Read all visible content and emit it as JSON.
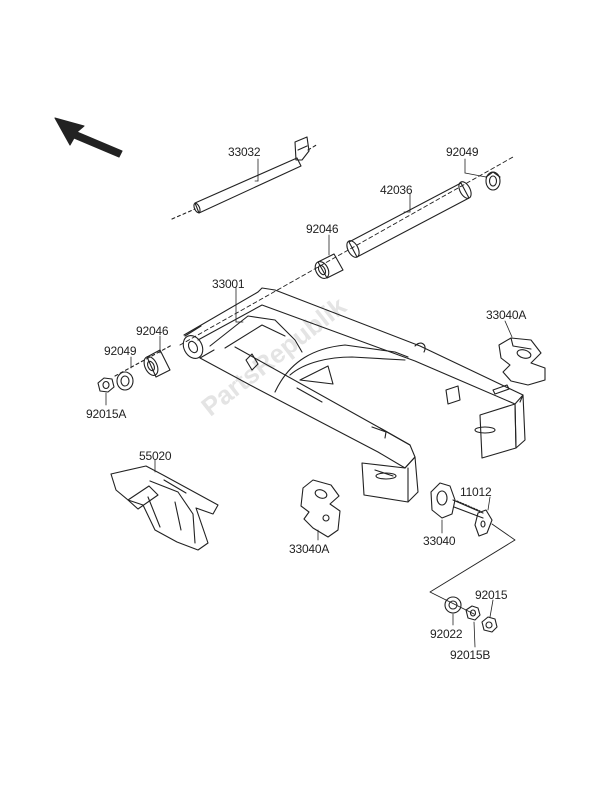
{
  "watermark": "PartsRepublik",
  "labels": {
    "p33032": "33032",
    "p92049_top": "92049",
    "p42036": "42036",
    "p92046_mid": "92046",
    "p33001": "33001",
    "p33040A_right": "33040A",
    "p92046_left": "92046",
    "p92049_left": "92049",
    "p92015A": "92015A",
    "p55020": "55020",
    "p33040A_bottom": "33040A",
    "p11012": "11012",
    "p33040": "33040",
    "p92015": "92015",
    "p92022": "92022",
    "p92015B": "92015B"
  },
  "icons": {
    "direction": "arrow-up-left-icon"
  }
}
